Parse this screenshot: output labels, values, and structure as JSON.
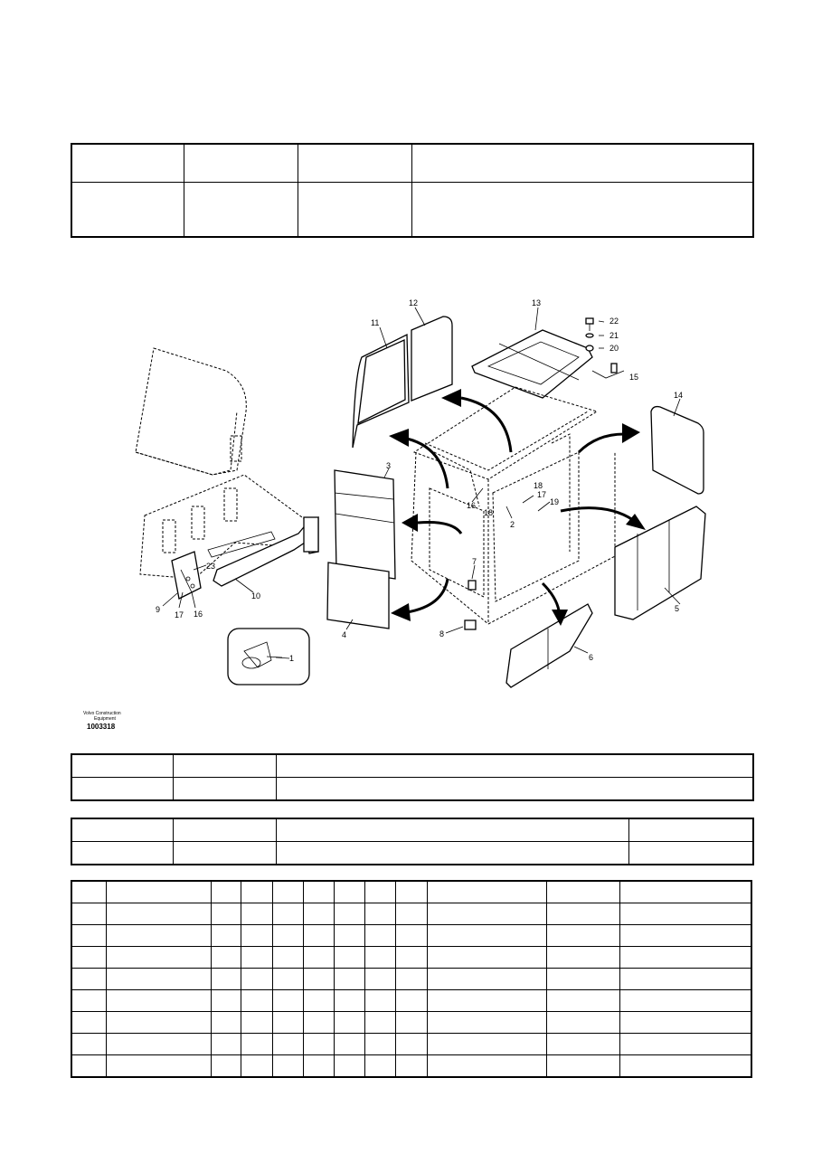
{
  "diagram": {
    "callouts": [
      "1",
      "2",
      "3",
      "4",
      "5",
      "6",
      "7",
      "8",
      "9",
      "10",
      "11",
      "12",
      "13",
      "14",
      "15",
      "16",
      "16",
      "16",
      "17",
      "17",
      "18",
      "18",
      "19",
      "20",
      "21",
      "22",
      "23"
    ],
    "logo_line1": "Volvo Construction",
    "logo_line2": "Equipment",
    "image_ref": "1003318"
  },
  "parts_table": {
    "rows": 9,
    "columns": 12
  }
}
